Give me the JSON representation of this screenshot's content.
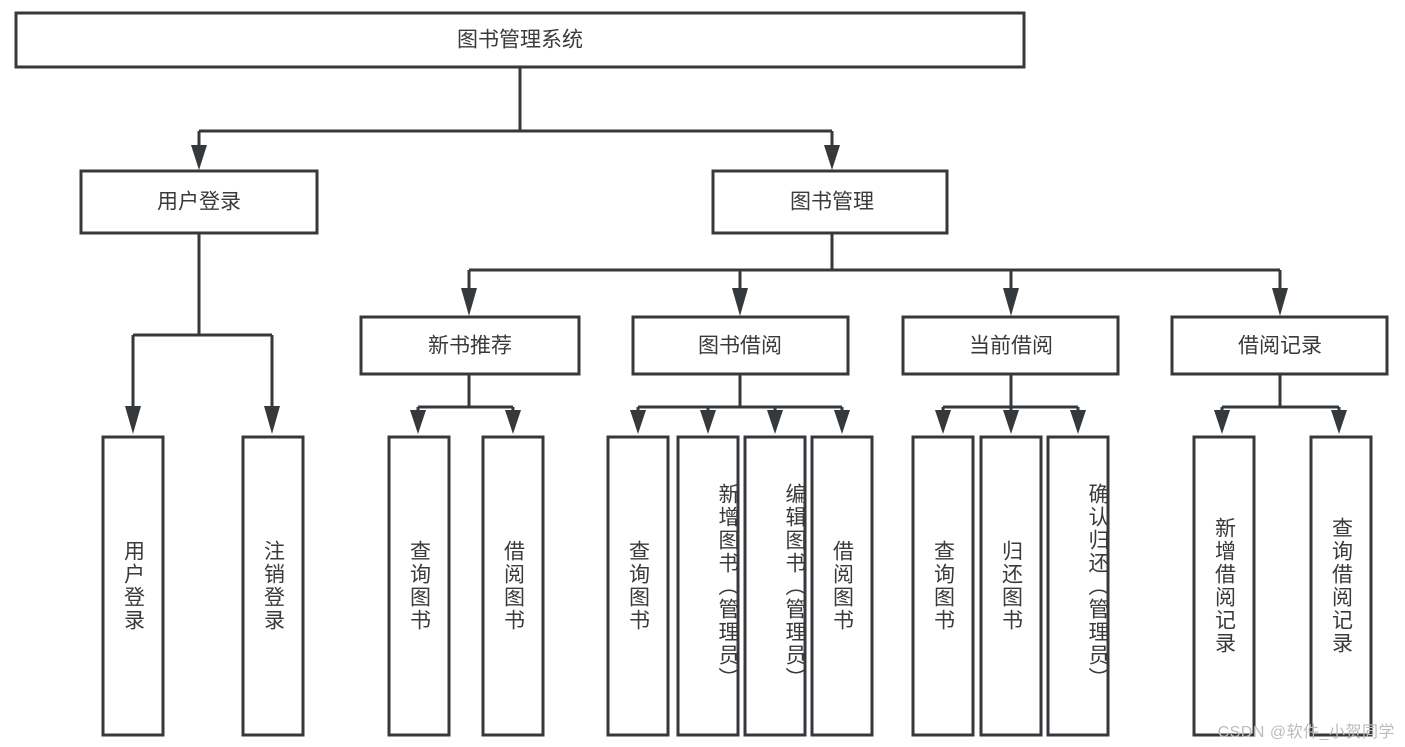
{
  "diagram": {
    "type": "tree",
    "title_node": {
      "label": "图书管理系统"
    },
    "level2": [
      {
        "id": "user-login",
        "label": "用户登录"
      },
      {
        "id": "book-management",
        "label": "图书管理"
      }
    ],
    "level3": [
      {
        "id": "new-book-recommend",
        "label": "新书推荐"
      },
      {
        "id": "book-borrow",
        "label": "图书借阅"
      },
      {
        "id": "current-borrow",
        "label": "当前借阅"
      },
      {
        "id": "borrow-record",
        "label": "借阅记录"
      }
    ],
    "leaves": {
      "user_login": [
        {
          "id": "leaf-user-login",
          "label": "用户登录"
        },
        {
          "id": "leaf-logout-login",
          "label": "注销登录"
        }
      ],
      "new_book_recommend": [
        {
          "id": "leaf-query-book-1",
          "label": "查询图书"
        },
        {
          "id": "leaf-borrow-book-1",
          "label": "借阅图书"
        }
      ],
      "book_borrow": [
        {
          "id": "leaf-query-book-2",
          "label": "查询图书"
        },
        {
          "id": "leaf-add-book",
          "label": "新增图书（管理员）"
        },
        {
          "id": "leaf-edit-book",
          "label": "编辑图书（管理员）"
        },
        {
          "id": "leaf-borrow-book-2",
          "label": "借阅图书"
        }
      ],
      "current_borrow": [
        {
          "id": "leaf-query-book-3",
          "label": "查询图书"
        },
        {
          "id": "leaf-return-book",
          "label": "归还图书"
        },
        {
          "id": "leaf-confirm-return",
          "label": "确认归还（管理员）"
        }
      ],
      "borrow_record": [
        {
          "id": "leaf-add-record",
          "label": "新增借阅记录"
        },
        {
          "id": "leaf-query-record",
          "label": "查询借阅记录"
        }
      ]
    },
    "colors": {
      "stroke": "#36393c",
      "box_fill": "#ffffff",
      "text": "#3a3a3a",
      "watermark": "#bcbcbc",
      "background": "#ffffff"
    }
  },
  "watermark": {
    "text": "CSDN @软件_小贺同学"
  }
}
